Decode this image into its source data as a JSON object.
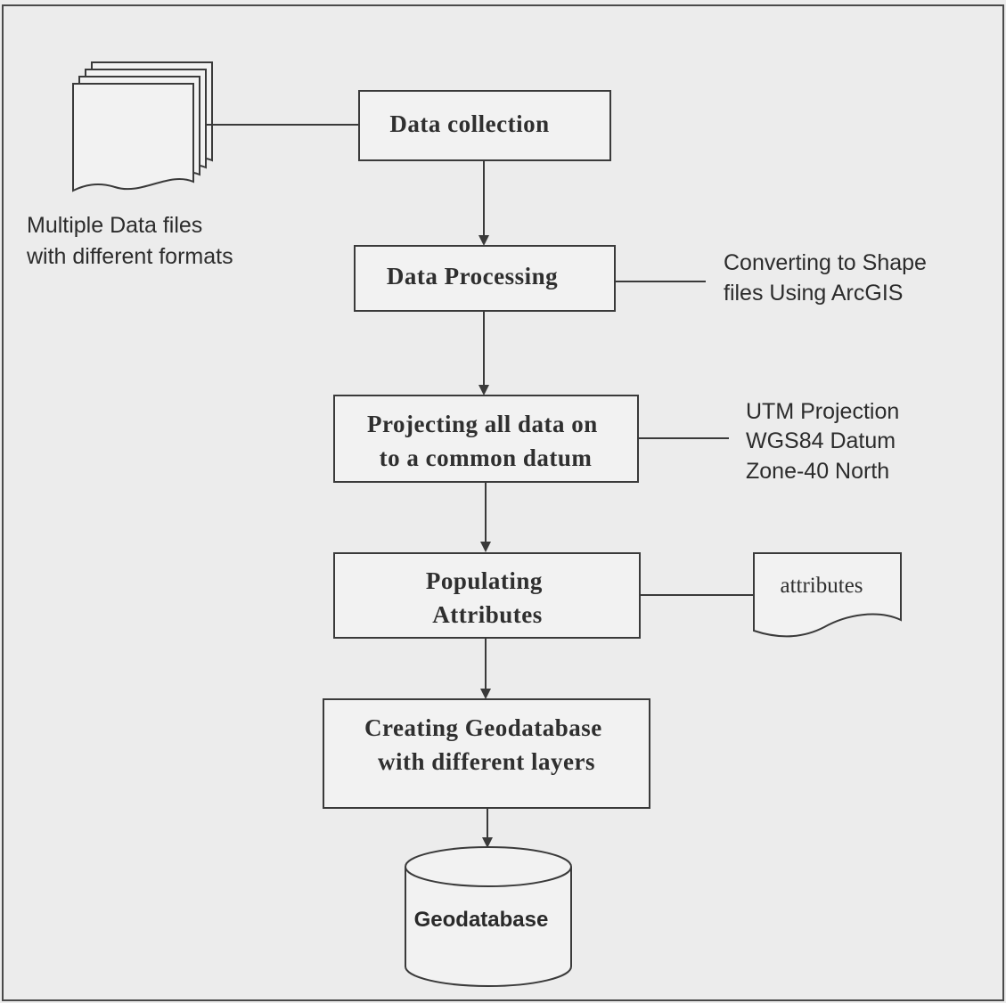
{
  "diagram": {
    "boxes": {
      "data_collection": "Data collection",
      "data_processing": "Data Processing",
      "projecting": [
        "Projecting all data on",
        "to a common datum"
      ],
      "populating": [
        "Populating",
        "Attributes"
      ],
      "creating": [
        "Creating Geodatabase",
        "with different layers"
      ]
    },
    "side_notes": {
      "files": [
        "Multiple Data files",
        "with different formats"
      ],
      "converting": [
        "Converting to Shape",
        "files Using ArcGIS"
      ],
      "projection": [
        "UTM Projection",
        "WGS84 Datum",
        "Zone-40 North"
      ],
      "attributes": "attributes"
    },
    "database_label": "Geodatabase"
  },
  "colors": {
    "background": "#ececec",
    "box_fill": "#f2f2f2",
    "line": "#3a3a3a",
    "text": "#2f2f2f"
  }
}
